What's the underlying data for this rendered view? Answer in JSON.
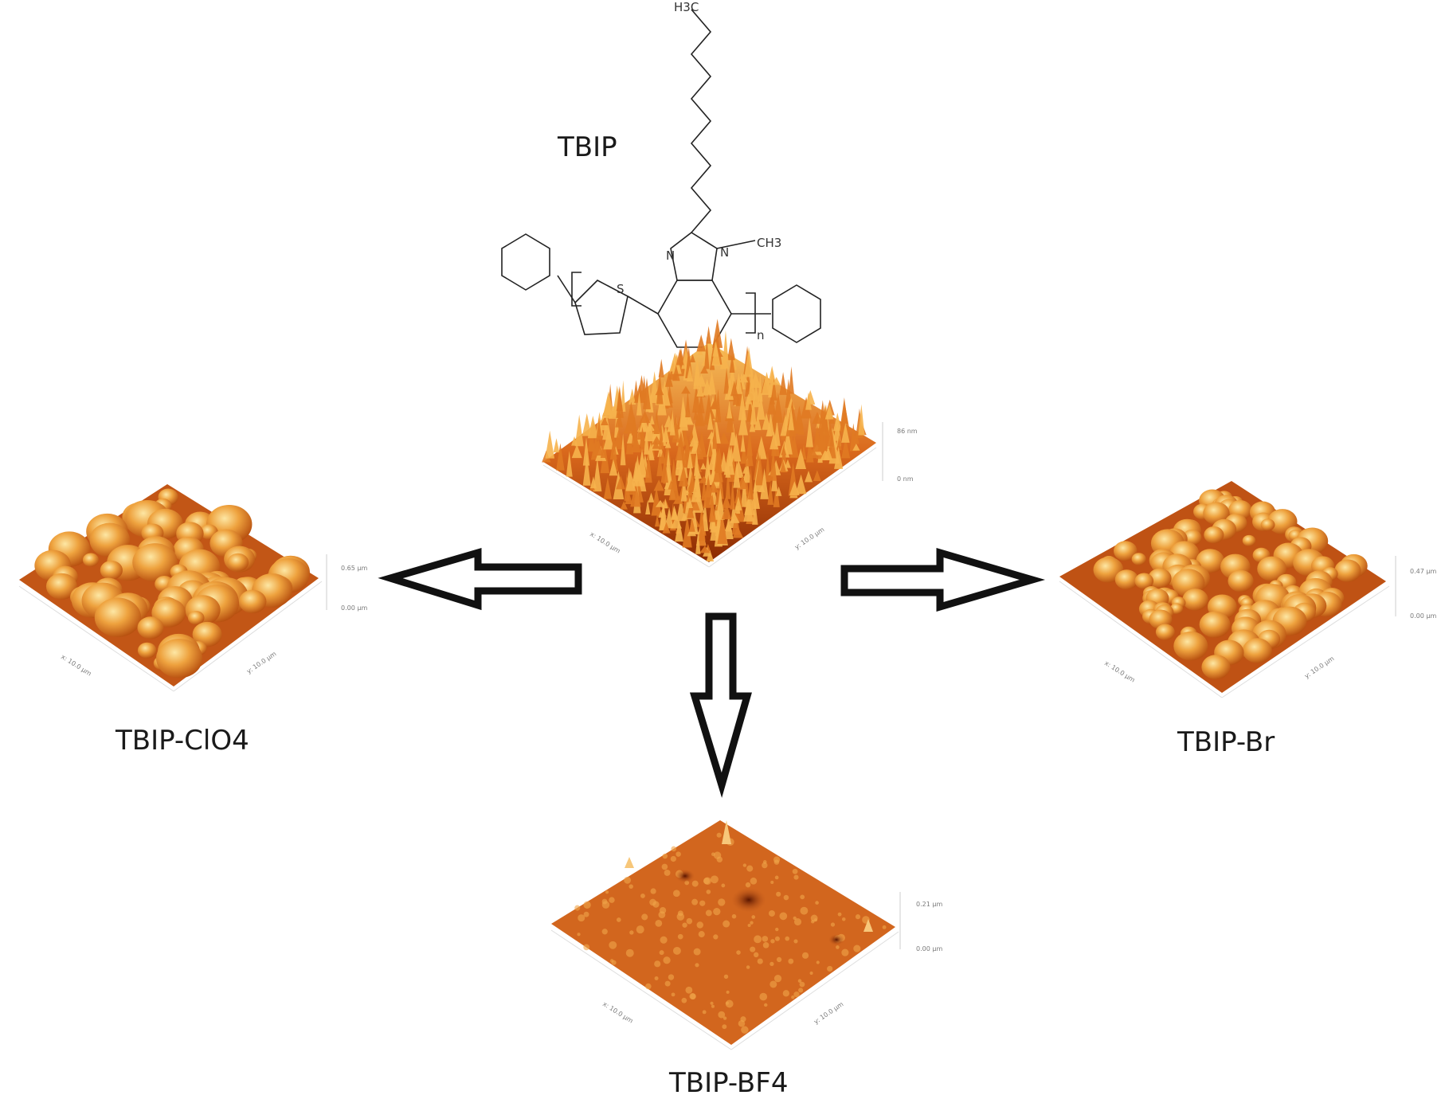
{
  "labels": {
    "center": "TBIP",
    "left": "TBIP-ClO4",
    "right": "TBIP-Br",
    "bottom": "TBIP-BF4"
  },
  "structure": {
    "atoms": {
      "ch3_top": "H3C",
      "ch3_right": "CH3",
      "n1": "N",
      "n2": "N",
      "s": "S",
      "n_repeat": "n"
    }
  },
  "afm_panels": {
    "center": {
      "z_max": "86 nm",
      "z_min": "0 nm",
      "x_axis": "x: 10.0 µm",
      "y_axis": "y: 10.0 µm"
    },
    "left": {
      "z_max": "0.65 µm",
      "z_min": "0.00 µm",
      "x_axis": "x: 10.0 µm",
      "y_axis": "y: 10.0 µm"
    },
    "right": {
      "z_max": "0.47 µm",
      "z_min": "0.00 µm",
      "x_axis": "x: 10.0 µm",
      "y_axis": "y: 10.0 µm"
    },
    "bottom": {
      "z_max": "0.21 µm",
      "z_min": "0.00 µm",
      "x_axis": "x: 10.0 µm",
      "y_axis": "y: 10.0 µm"
    }
  },
  "colors": {
    "afm_dark": "#8a2a02",
    "afm_mid": "#d0601a",
    "afm_light": "#f5b24a",
    "arrow": "#111111"
  }
}
